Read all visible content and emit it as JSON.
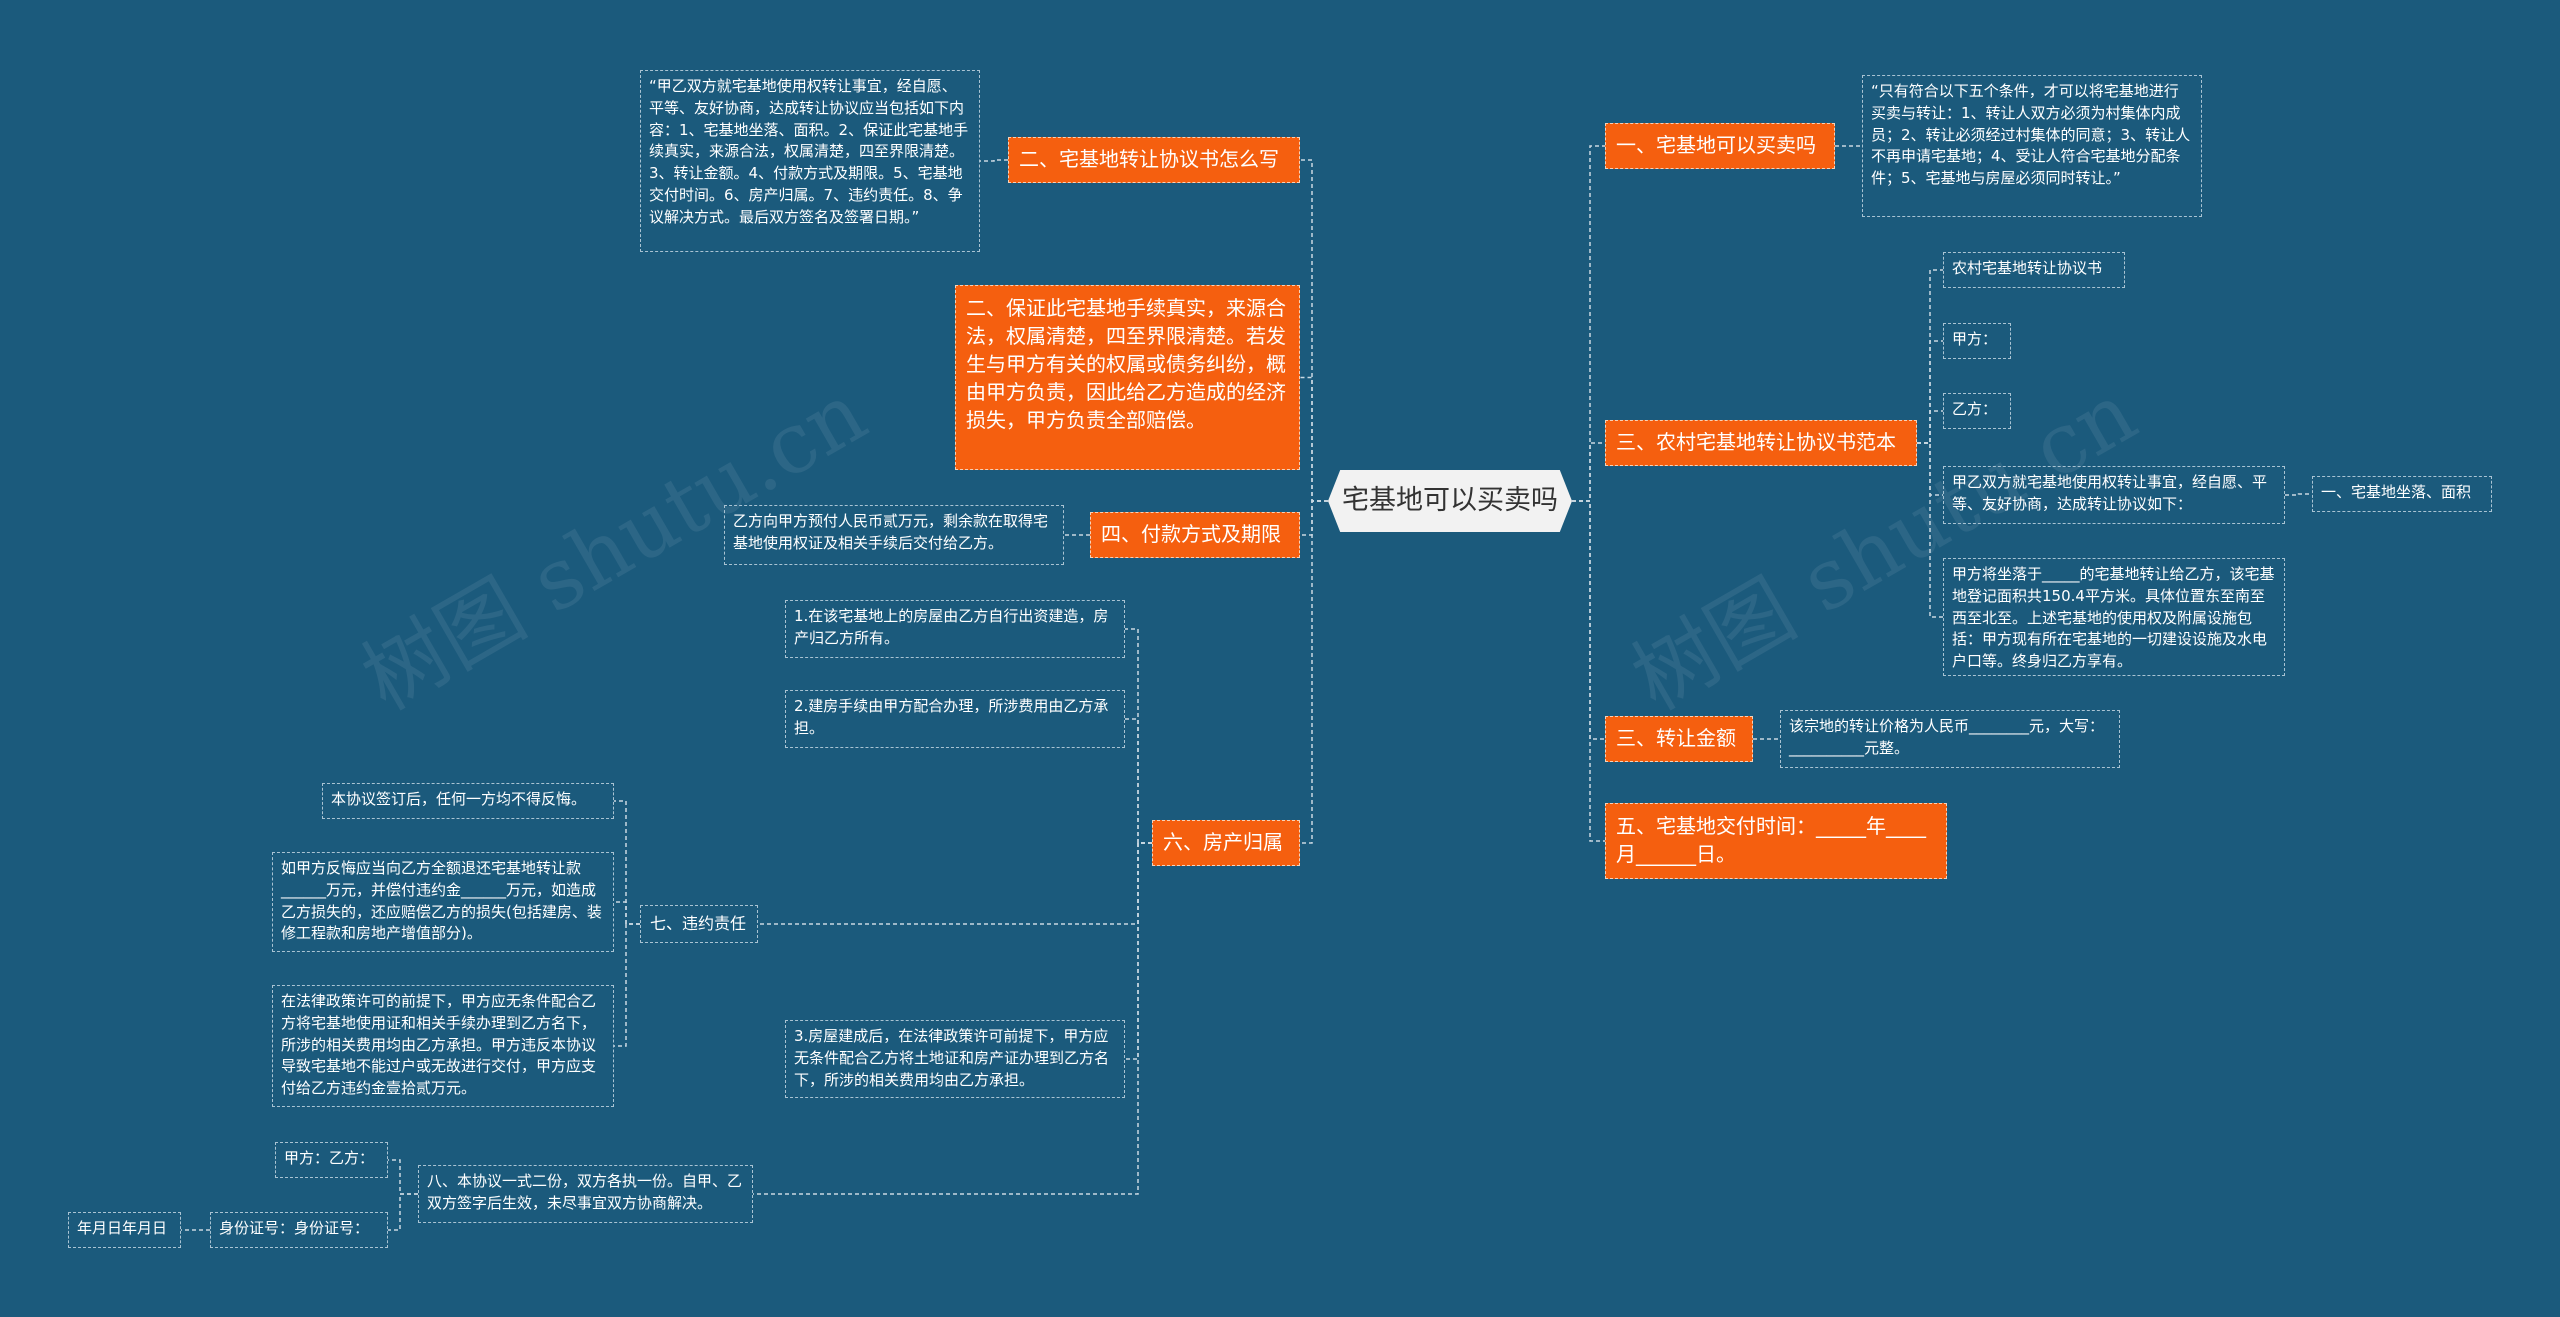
{
  "root": "宅基地可以买卖吗",
  "watermark": "树图 shutu.cn",
  "left": {
    "b2": "二、宅基地转让协议书怎么写",
    "b2_leaf": "“甲乙双方就宅基地使用权转让事宜，经自愿、平等、友好协商，达成转让协议应当包括如下内容：1、宅基地坐落、面积。2、保证此宅基地手续真实，来源合法，权属清楚，四至界限清楚。3、转让金额。4、付款方式及期限。5、宅基地交付时间。6、房产归属。7、违约责任。8、争议解决方式。最后双方签名及签署日期。”",
    "guarantee": "二、保证此宅基地手续真实，来源合法，权属清楚，四至界限清楚。若发生与甲方有关的权属或债务纠纷，概由甲方负责，因此给乙方造成的经济损失，甲方负责全部赔偿。",
    "b4": "四、付款方式及期限",
    "b4_leaf": "乙方向甲方预付人民币贰万元，剩余款在取得宅基地使用权证及相关手续后交付给乙方。",
    "b6": "六、房产归属",
    "b6_leaves": [
      "1.在该宅基地上的房屋由乙方自行出资建造，房产归乙方所有。",
      "2.建房手续由甲方配合办理，所涉费用由乙方承担。",
      "3.房屋建成后，在法律政策许可前提下，甲方应无条件配合乙方将土地证和房产证办理到乙方名下，所涉的相关费用均由乙方承担。"
    ],
    "b7": "七、违约责任",
    "b7_leaves": [
      "本协议签订后，任何一方均不得反悔。",
      "如甲方反悔应当向乙方全额退还宅基地转让款______万元，并偿付违约金______万元，如造成乙方损失的，还应赔偿乙方的损失(包括建房、装修工程款和房地产增值部分)。",
      "在法律政策许可的前提下，甲方应无条件配合乙方将宅基地使用证和相关手续办理到乙方名下，所涉的相关费用均由乙方承担。甲方违反本协议导致宅基地不能过户或无故进行交付，甲方应支付给乙方违约金壹拾贰万元。"
    ],
    "b8": "八、本协议一式二份，双方各执一份。自甲、乙双方签字后生效，未尽事宜双方协商解决。",
    "sign1": "甲方：乙方：",
    "sign2": "身份证号：身份证号：",
    "sign3": "年月日年月日"
  },
  "right": {
    "r1": "一、宅基地可以买卖吗",
    "r1_leaf": "“只有符合以下五个条件，才可以将宅基地进行买卖与转让：1、转让人双方必须为村集体内成员；2、转让必须经过村集体的同意；3、转让人不再申请宅基地；4、受让人符合宅基地分配条件；5、宅基地与房屋必须同时转让。”",
    "r3": "三、农村宅基地转让协议书范本",
    "r3_leaves": [
      "农村宅基地转让协议书",
      "甲方：",
      "乙方：",
      "甲乙双方就宅基地使用权转让事宜，经自愿、平等、友好协商，达成转让协议如下：",
      "甲方将坐落于_____的宅基地转让给乙方，该宅基地登记面积共150.4平方米。具体位置东至南至西至北至。上述宅基地的使用权及附属设施包括：甲方现有所在宅基地的一切建设设施及水电户口等。终身归乙方享有。"
    ],
    "r3_sub": "一、宅基地坐落、面积",
    "r_amount": "三、转让金额",
    "r_amount_leaf": "该宗地的转让价格为人民币________元，大写：__________元整。",
    "r5": "五、宅基地交付时间：_____年____月______日。"
  }
}
